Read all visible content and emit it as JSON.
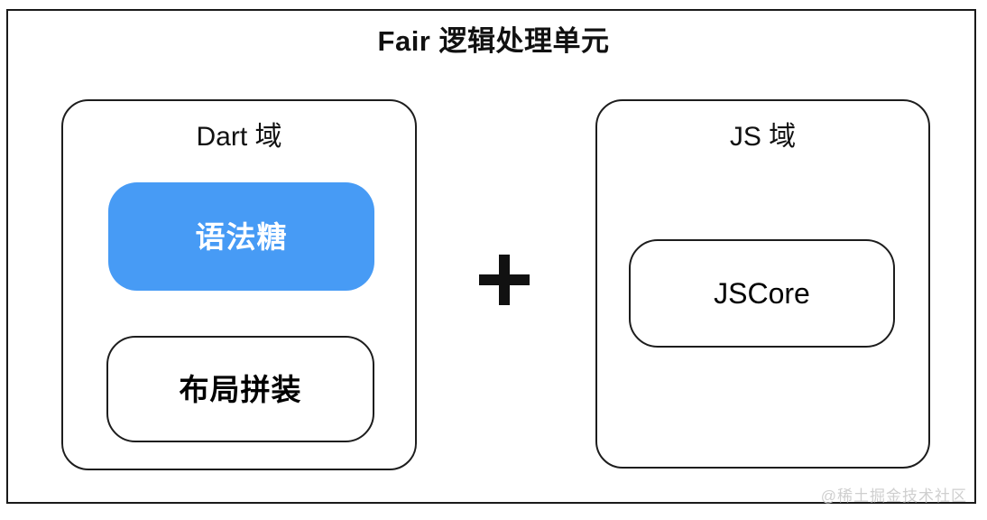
{
  "diagram": {
    "title": "Fair 逻辑处理单元",
    "plus_symbol": "+",
    "watermark": "@稀土掘金技术社区",
    "colors": {
      "accent_blue": "#479bf5",
      "stroke": "#1d1d1d",
      "background": "#ffffff",
      "watermark_gray": "#cfcfcf"
    },
    "domains": [
      {
        "id": "dart",
        "label": "Dart 域",
        "items": [
          {
            "id": "syntax-sugar",
            "label": "语法糖",
            "style": "filled",
            "fill": "#479bf5",
            "text_color": "#ffffff"
          },
          {
            "id": "layout-assembly",
            "label": "布局拼装",
            "style": "outlined",
            "fill": "#ffffff",
            "text_color": "#000000"
          }
        ]
      },
      {
        "id": "js",
        "label": "JS 域",
        "items": [
          {
            "id": "jscore",
            "label": "JSCore",
            "style": "outlined",
            "fill": "#ffffff",
            "text_color": "#000000"
          }
        ]
      }
    ]
  }
}
